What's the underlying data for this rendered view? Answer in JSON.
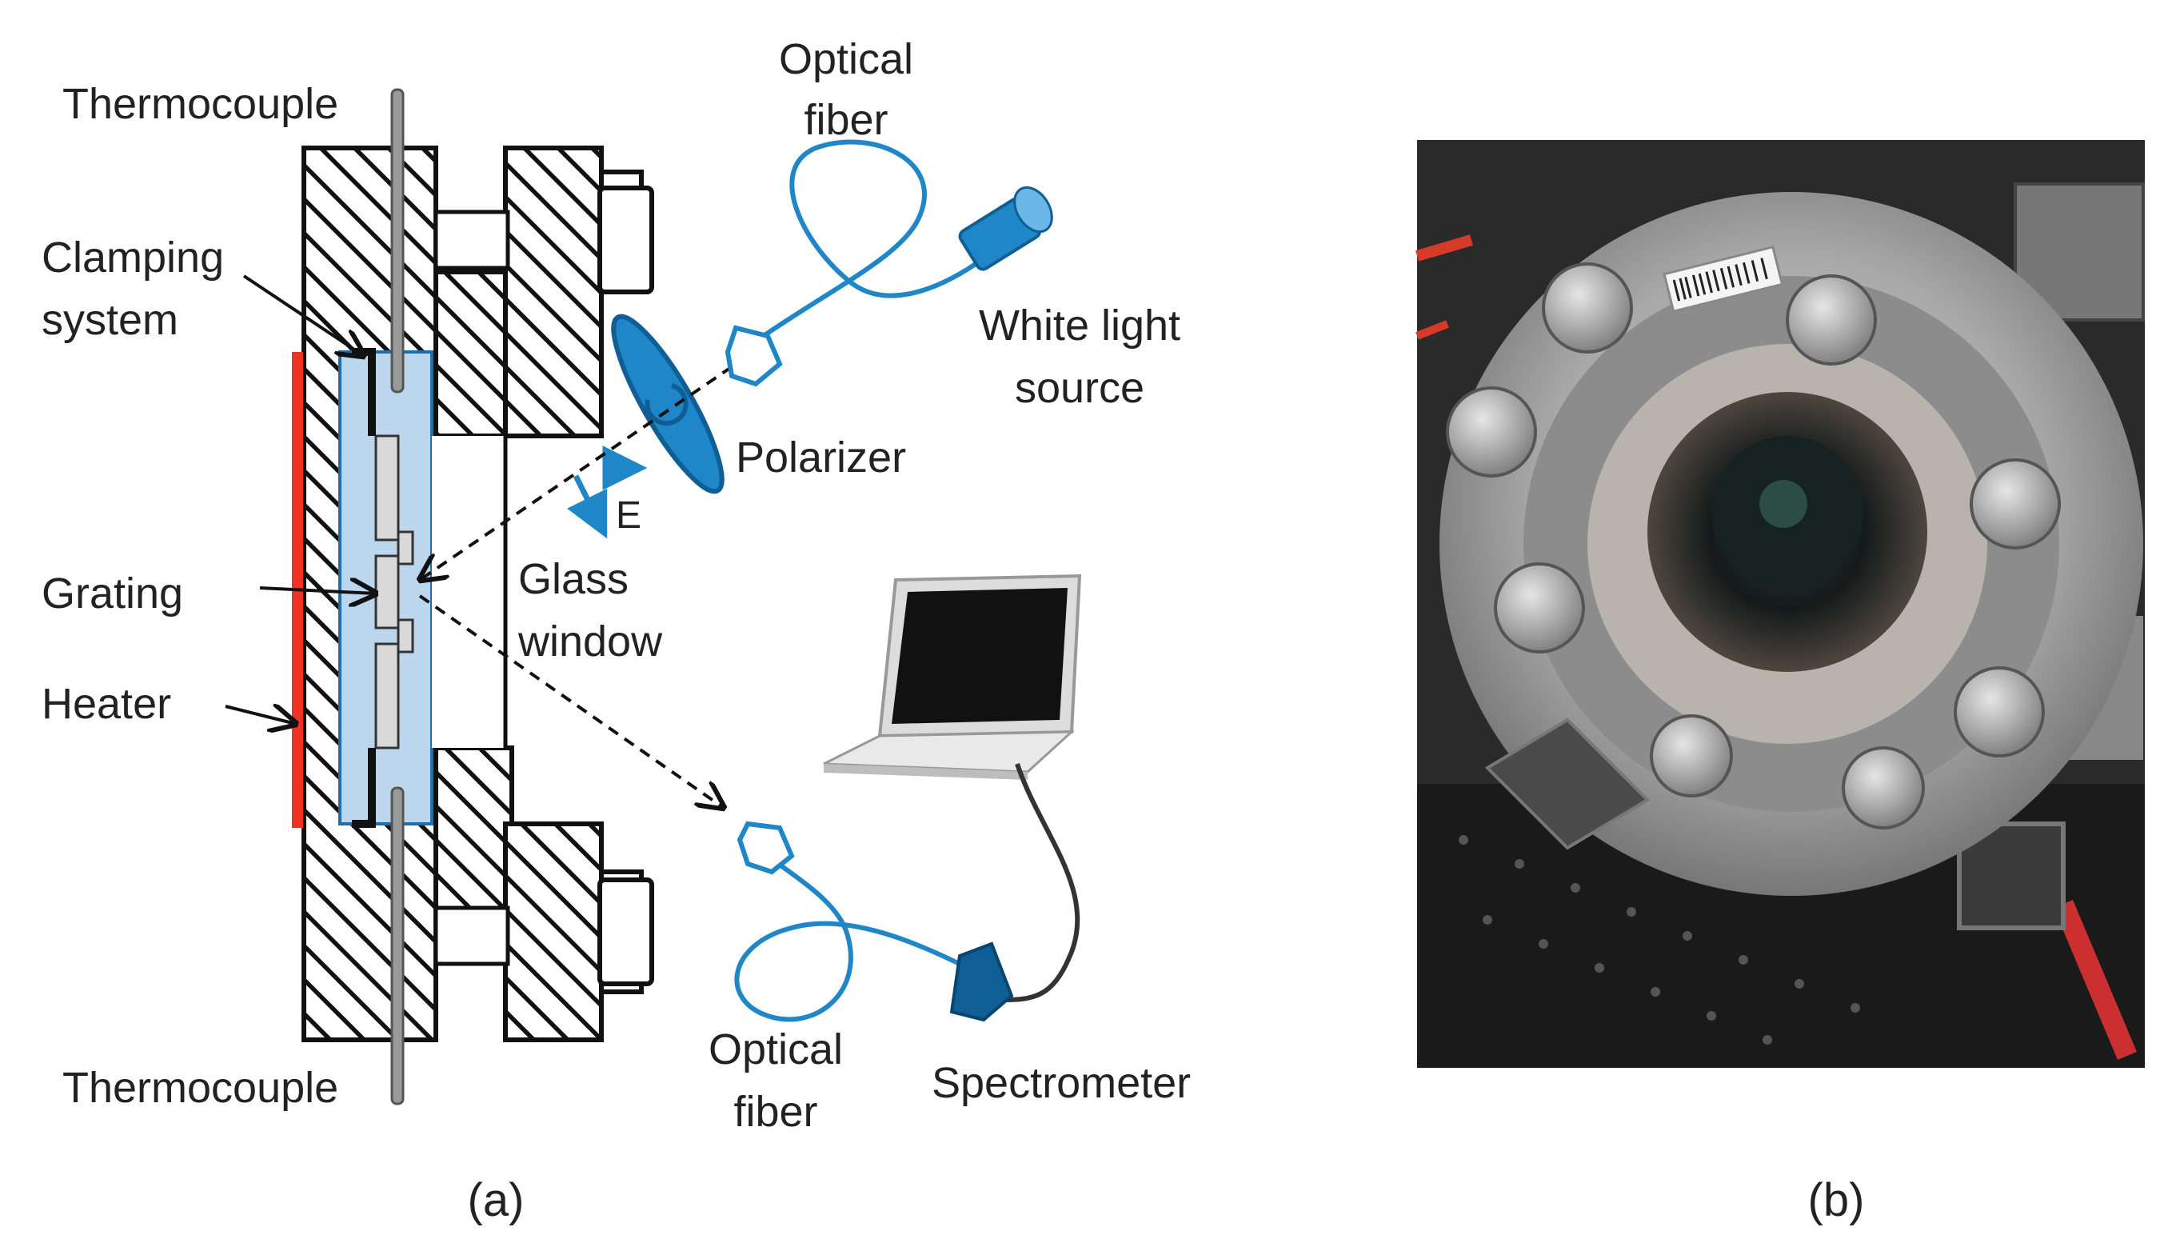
{
  "panel_a": {
    "caption": "(a)",
    "labels": {
      "thermocouple_top": "Thermocouple",
      "clamping_line1": "Clamping",
      "clamping_line2": "system",
      "grating": "Grating",
      "heater": "Heater",
      "thermocouple_bottom": "Thermocouple",
      "optical_fiber_top_line1": "Optical",
      "optical_fiber_top_line2": "fiber",
      "white_light_line1": "White light",
      "white_light_line2": "source",
      "polarizer": "Polarizer",
      "field_vector": "E",
      "glass_window_line1": "Glass",
      "glass_window_line2": "window",
      "optical_fiber_bottom_line1": "Optical",
      "optical_fiber_bottom_line2": "fiber",
      "spectrometer": "Spectrometer"
    }
  },
  "panel_b": {
    "caption": "(b)"
  },
  "colors": {
    "heater": "#ee3322",
    "cell": "#bcd6ee",
    "optics": "#1f86c8",
    "dark_optics": "#0f5e96",
    "hatch": "#111111"
  }
}
